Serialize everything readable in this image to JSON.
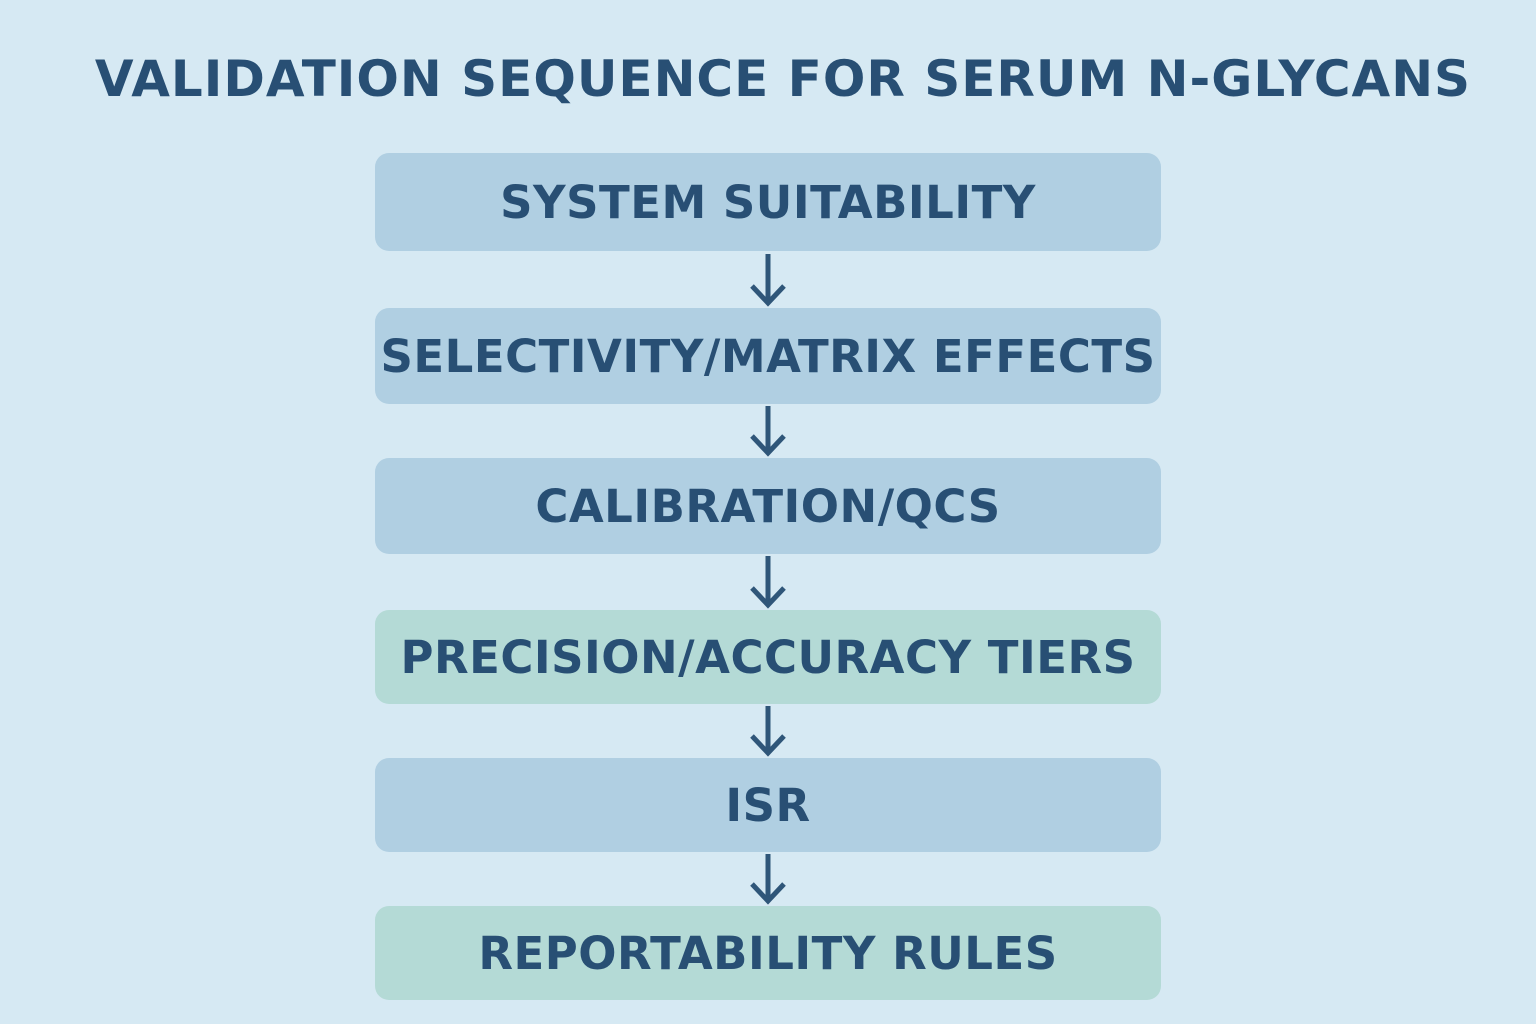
{
  "title": "VALIDATION SEQUENCE FOR SERUM N-GLYCANS",
  "colors": {
    "background": "#d6e9f3",
    "text": "#284f74",
    "box_blue": "#b0cfe2",
    "box_green": "#b4dad6",
    "arrow": "#2f5679"
  },
  "steps": [
    {
      "label": "SYSTEM SUITABILITY",
      "color": "blue"
    },
    {
      "label": "SELECTIVITY/MATRIX EFFECTS",
      "color": "blue"
    },
    {
      "label": "CALIBRATION/QCS",
      "color": "blue"
    },
    {
      "label": "PRECISION/ACCURACY TIERS",
      "color": "green"
    },
    {
      "label": "ISR",
      "color": "blue"
    },
    {
      "label": "REPORTABILITY RULES",
      "color": "green"
    }
  ],
  "connectors": [
    "down-arrow",
    "down-arrow",
    "down-arrow",
    "down-arrow",
    "down-arrow"
  ]
}
